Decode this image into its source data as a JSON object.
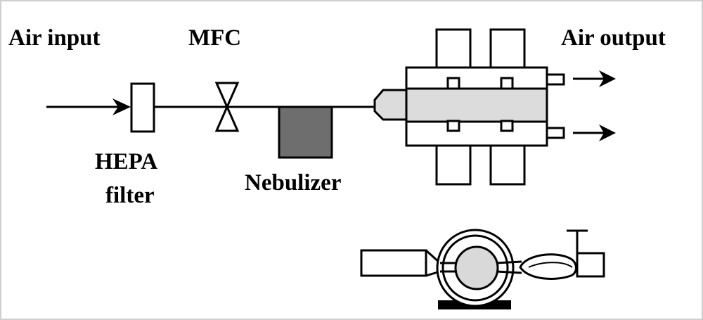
{
  "labels": {
    "air_input": "Air input",
    "mfc": "MFC",
    "air_output": "Air output",
    "hepa_line1": "HEPA",
    "hepa_line2": "filter",
    "nebulizer": "Nebulizer"
  },
  "colors": {
    "background": "#ffffff",
    "frame": "#cfcfcf",
    "stroke": "#000000",
    "nebulizer_fill": "#6e6e6e",
    "chamber_fill": "#dcdcdc",
    "animal_body_fill": "#d9d9d9"
  }
}
